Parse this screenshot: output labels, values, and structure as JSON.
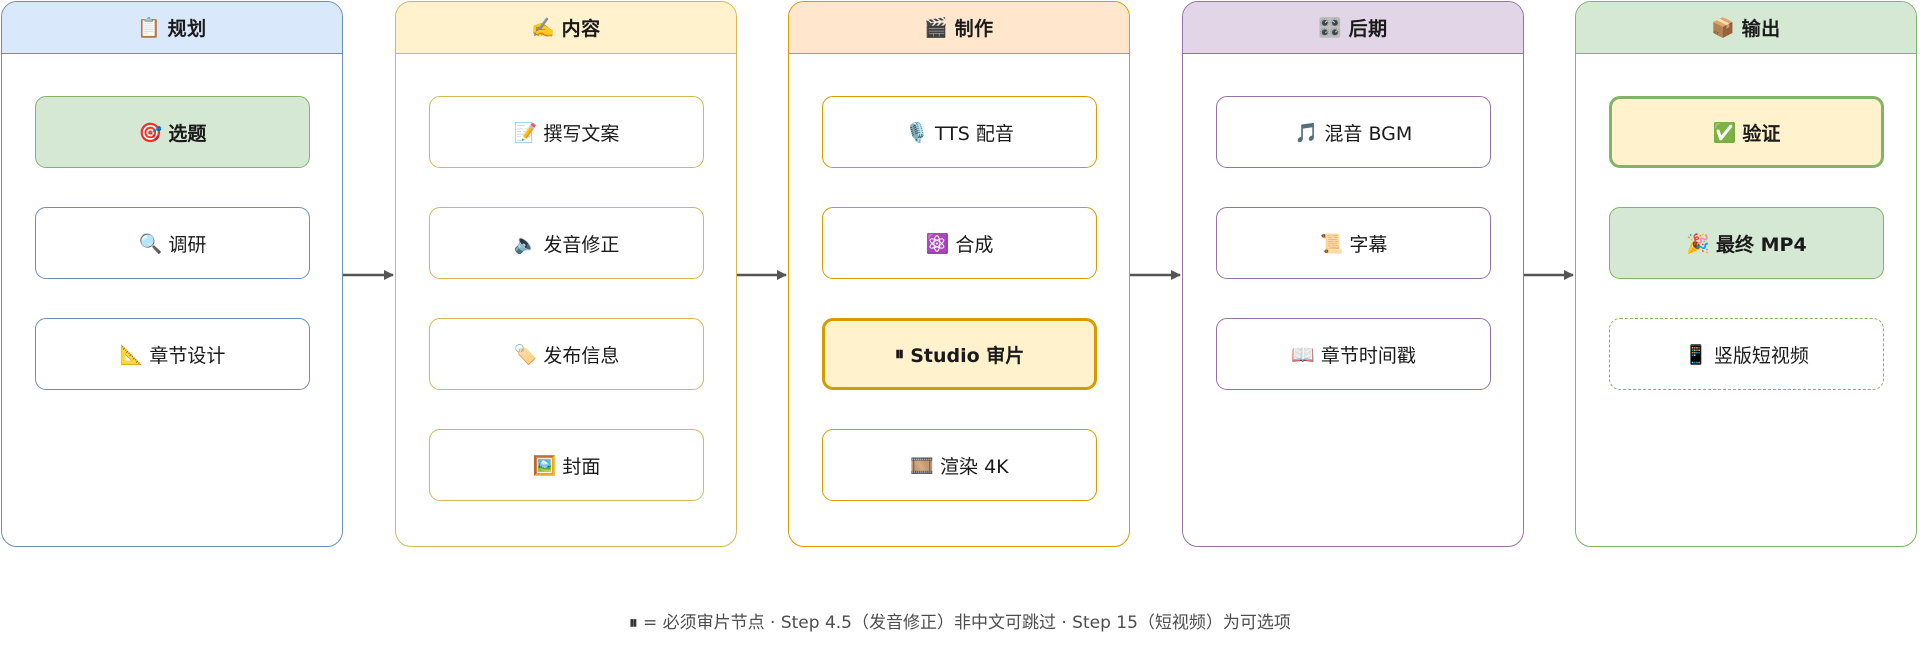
{
  "lanes": [
    {
      "icon": "📋",
      "title": "规划",
      "nodes": [
        {
          "icon": "🎯",
          "label": "选题"
        },
        {
          "icon": "🔍",
          "label": "调研"
        },
        {
          "icon": "📐",
          "label": "章节设计"
        }
      ]
    },
    {
      "icon": "✍️",
      "title": "内容",
      "nodes": [
        {
          "icon": "📝",
          "label": "撰写文案"
        },
        {
          "icon": "🔈",
          "label": "发音修正"
        },
        {
          "icon": "🏷️",
          "label": "发布信息"
        },
        {
          "icon": "🖼️",
          "label": "封面"
        }
      ]
    },
    {
      "icon": "🎬",
      "title": "制作",
      "nodes": [
        {
          "icon": "🎙️",
          "label": "TTS 配音"
        },
        {
          "icon": "⚛️",
          "label": "合成"
        },
        {
          "icon": "⏸",
          "label": "Studio 审片"
        },
        {
          "icon": "🎞️",
          "label": "渲染 4K"
        }
      ]
    },
    {
      "icon": "🎛️",
      "title": "后期",
      "nodes": [
        {
          "icon": "🎵",
          "label": "混音 BGM"
        },
        {
          "icon": "📜",
          "label": "字幕"
        },
        {
          "icon": "📖",
          "label": "章节时间戳"
        }
      ]
    },
    {
      "icon": "📦",
      "title": "输出",
      "nodes": [
        {
          "icon": "✅",
          "label": "验证"
        },
        {
          "icon": "🎉",
          "label": "最终 MP4"
        },
        {
          "icon": "📱",
          "label": "竖版短视频"
        }
      ]
    }
  ],
  "footer": {
    "icon": "⏸",
    "text": "= 必须审片节点 · Step 4.5（发音修正）非中文可跳过 · Step 15（短视频）为可选项"
  },
  "colors": {
    "blue_fill": "#dae8fc",
    "blue_line": "#6c8ebf",
    "yellow_fill": "#fff2cc",
    "yellow_line": "#d6b656",
    "orange_fill": "#ffe6cc",
    "orange_line": "#d79b00",
    "purple_fill": "#e1d5e7",
    "purple_line": "#9673a6",
    "green_fill": "#d5e8d4",
    "green_line": "#82b366",
    "arrow": "#555555"
  }
}
